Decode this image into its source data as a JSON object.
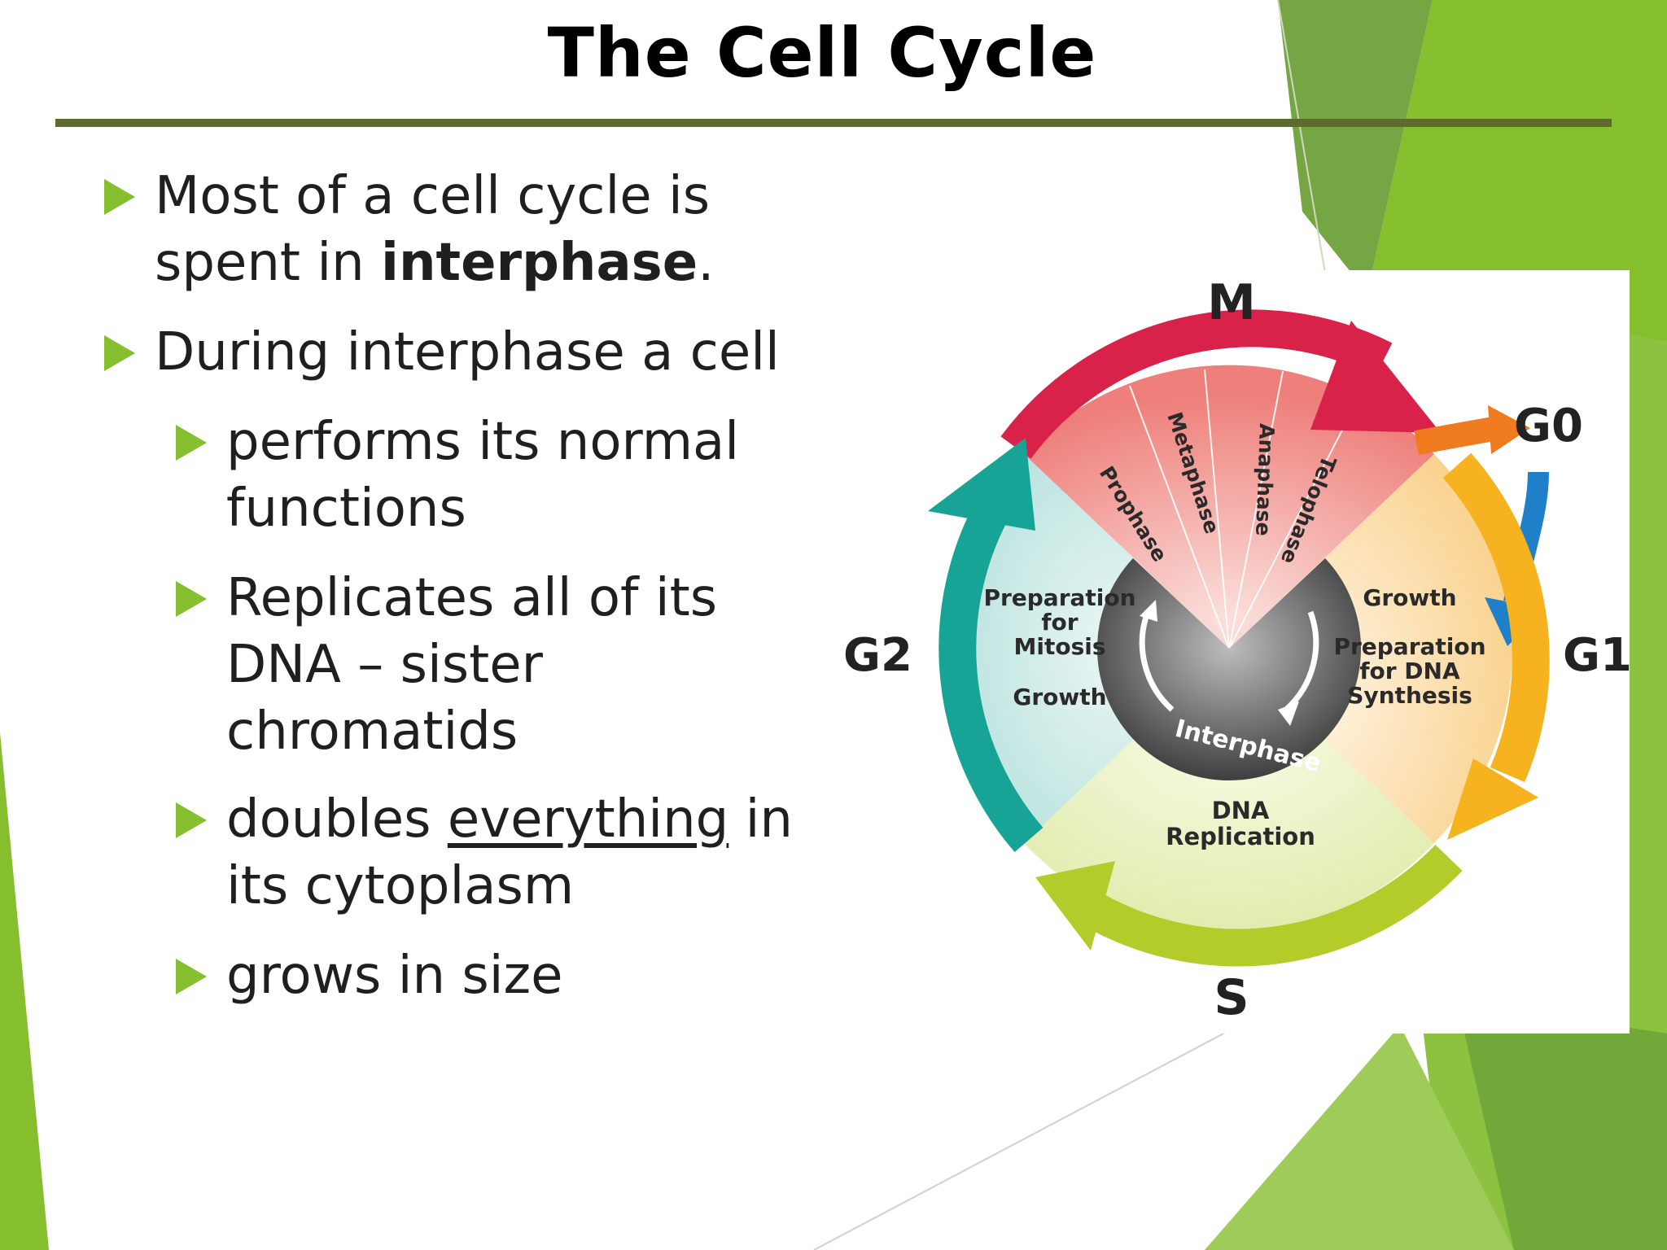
{
  "slide": {
    "title": "The Cell Cycle",
    "bullets": [
      {
        "text_a": "Most of a cell cycle is",
        "text_b": "spent in ",
        "bold": "interphase",
        "tail": "."
      },
      {
        "text": "During interphase a cell"
      }
    ],
    "sub_bullets": [
      {
        "line1": "performs its normal",
        "line2": "functions"
      },
      {
        "line1": "Replicates all of its",
        "line2": "DNA – sister",
        "line3": "chromatids"
      },
      {
        "pre": "doubles ",
        "underlined": "everything",
        "post": " in",
        "line2": "its cytoplasm"
      },
      {
        "line1": "grows in size"
      }
    ]
  },
  "diagram": {
    "phases": {
      "m": "M",
      "g0": "G0",
      "g1": "G1",
      "g2": "G2",
      "s": "S"
    },
    "mitosis_stages": [
      "Prophase",
      "Metaphase",
      "Anaphase",
      "Telophase"
    ],
    "g2_text": {
      "line1": "Preparation",
      "line2": "for",
      "line3": "Mitosis",
      "line4": "Growth"
    },
    "g1_text": {
      "line1": "Growth",
      "line2": "Preparation",
      "line3": "for DNA",
      "line4": "Synthesis"
    },
    "s_text": {
      "line1": "DNA",
      "line2": "Replication"
    },
    "center_label": "Interphase",
    "colors": {
      "m_arrow": "#d8224a",
      "g0_arrow": "#f07a1e",
      "g1_arrow": "#f7b21f",
      "s_arrow": "#b4cc2a",
      "g2_arrow": "#17a396",
      "down_arrow": "#1f7fc8",
      "accent_green": "#86bf2e"
    }
  }
}
